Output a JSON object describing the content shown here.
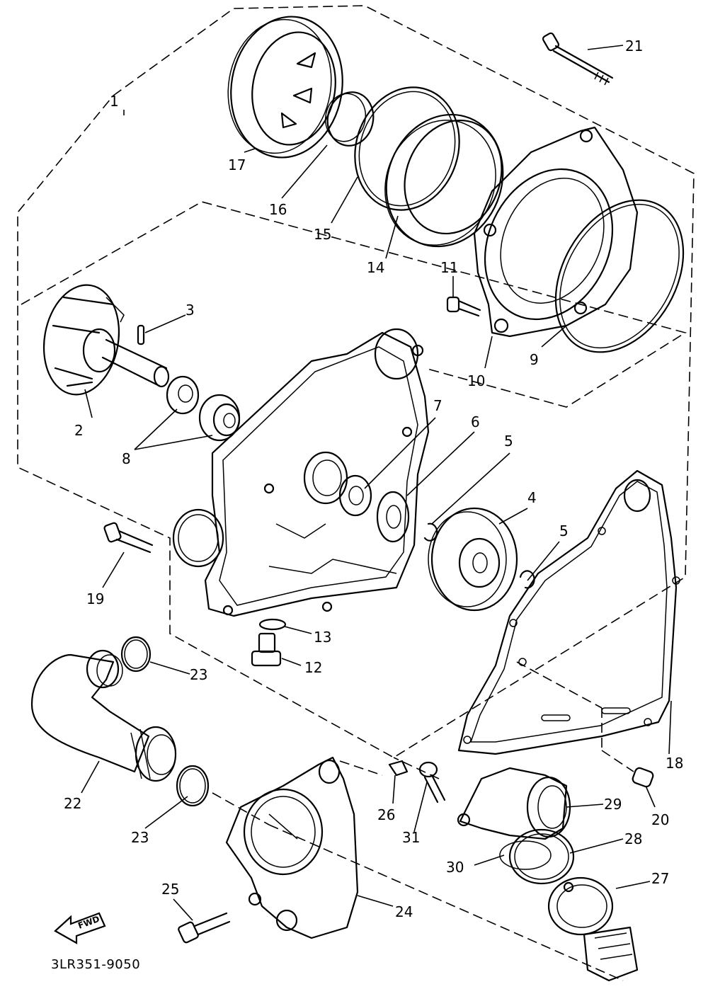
{
  "diagram": {
    "part_code": "3LR351-9050",
    "fwd_label": "FWD",
    "callouts": [
      "1",
      "2",
      "3",
      "4",
      "5",
      "5",
      "6",
      "7",
      "8",
      "9",
      "10",
      "11",
      "12",
      "13",
      "14",
      "15",
      "16",
      "17",
      "18",
      "19",
      "20",
      "21",
      "22",
      "23",
      "23",
      "24",
      "25",
      "26",
      "27",
      "28",
      "29",
      "30",
      "31"
    ]
  }
}
